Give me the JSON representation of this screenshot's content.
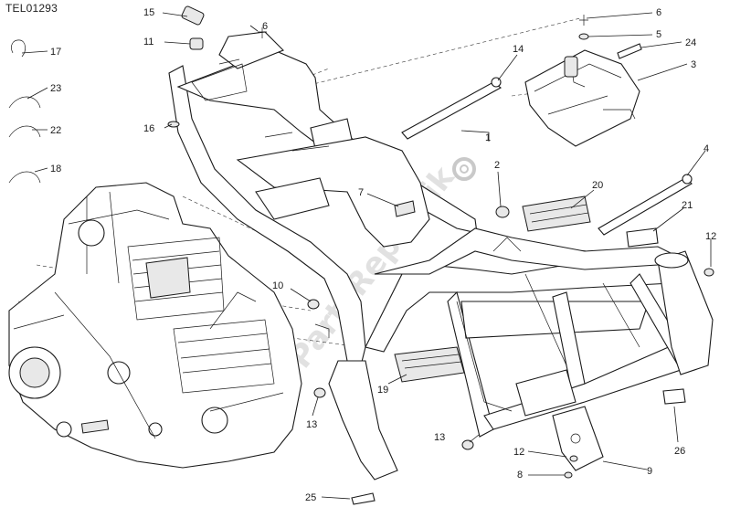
{
  "drawing_code": "TEL01293",
  "watermark": "PartsRepublik",
  "callouts": [
    {
      "id": "c1",
      "label": "1"
    },
    {
      "id": "c2",
      "label": "2"
    },
    {
      "id": "c3",
      "label": "3"
    },
    {
      "id": "c4",
      "label": "4"
    },
    {
      "id": "c5",
      "label": "5"
    },
    {
      "id": "c6a",
      "label": "6"
    },
    {
      "id": "c6b",
      "label": "6"
    },
    {
      "id": "c7",
      "label": "7"
    },
    {
      "id": "c8",
      "label": "8"
    },
    {
      "id": "c9",
      "label": "9"
    },
    {
      "id": "c10",
      "label": "10"
    },
    {
      "id": "c11",
      "label": "11"
    },
    {
      "id": "c12a",
      "label": "12"
    },
    {
      "id": "c12b",
      "label": "12"
    },
    {
      "id": "c13a",
      "label": "13"
    },
    {
      "id": "c13b",
      "label": "13"
    },
    {
      "id": "c14",
      "label": "14"
    },
    {
      "id": "c15",
      "label": "15"
    },
    {
      "id": "c16",
      "label": "16"
    },
    {
      "id": "c17",
      "label": "17"
    },
    {
      "id": "c18",
      "label": "18"
    },
    {
      "id": "c19",
      "label": "19"
    },
    {
      "id": "c20",
      "label": "20"
    },
    {
      "id": "c21",
      "label": "21"
    },
    {
      "id": "c22",
      "label": "22"
    },
    {
      "id": "c23",
      "label": "23"
    },
    {
      "id": "c24",
      "label": "24"
    },
    {
      "id": "c25",
      "label": "25"
    },
    {
      "id": "c26",
      "label": "26"
    }
  ]
}
